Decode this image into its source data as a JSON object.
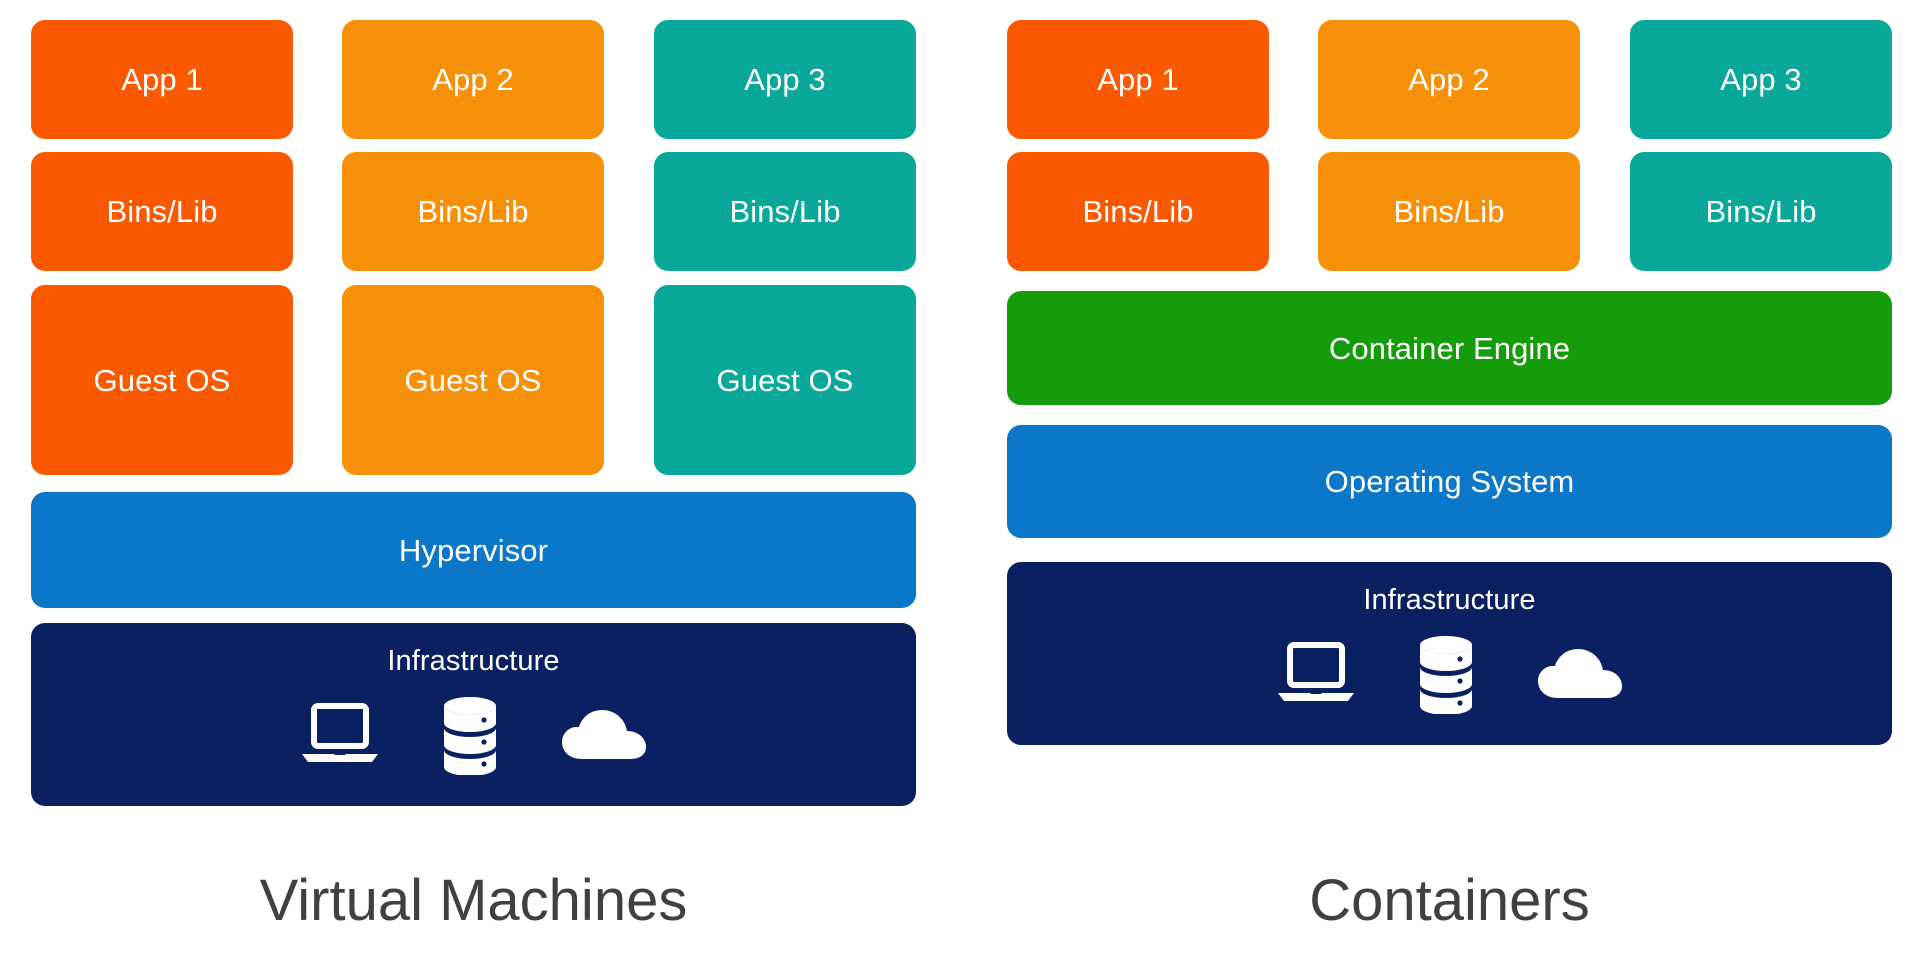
{
  "diagram": {
    "title_left": "Virtual Machines",
    "title_right": "Containers",
    "colors": {
      "orange": "#fb5900",
      "amber": "#f79009",
      "teal": "#0aa89b",
      "blue": "#0b77c8",
      "green": "#159c0a",
      "navy": "#0a2060",
      "caption_text": "#404040",
      "box_text": "#ffffff",
      "background": "#ffffff"
    }
  },
  "vm": {
    "columns": [
      {
        "app": "App 1",
        "bins": "Bins/Lib",
        "os": "Guest OS",
        "color": "orange"
      },
      {
        "app": "App 2",
        "bins": "Bins/Lib",
        "os": "Guest OS",
        "color": "amber"
      },
      {
        "app": "App 3",
        "bins": "Bins/Lib",
        "os": "Guest OS",
        "color": "teal"
      }
    ],
    "hypervisor": "Hypervisor",
    "infrastructure": "Infrastructure",
    "caption": "Virtual Machines"
  },
  "container": {
    "columns": [
      {
        "app": "App 1",
        "bins": "Bins/Lib",
        "color": "orange"
      },
      {
        "app": "App 2",
        "bins": "Bins/Lib",
        "color": "amber"
      },
      {
        "app": "App 3",
        "bins": "Bins/Lib",
        "color": "teal"
      }
    ],
    "engine": "Container Engine",
    "operating_system": "Operating System",
    "infrastructure": "Infrastructure",
    "caption": "Containers"
  },
  "icons": {
    "laptop": "laptop-icon",
    "database": "database-icon",
    "cloud": "cloud-icon"
  }
}
